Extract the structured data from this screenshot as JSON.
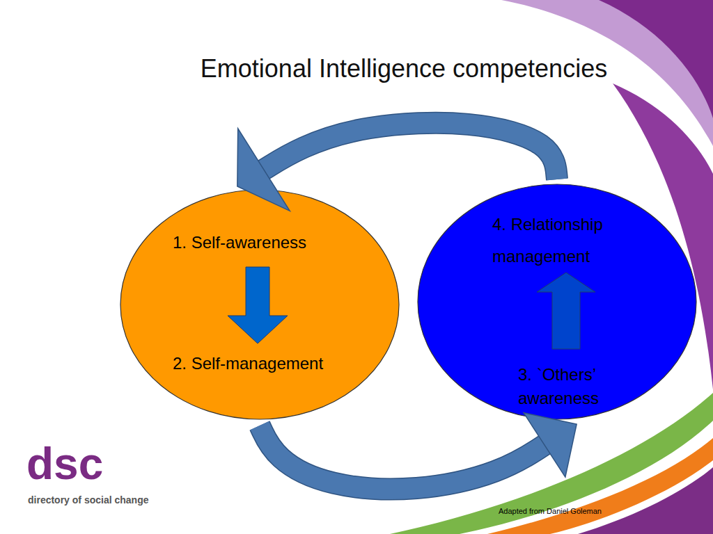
{
  "diagram": {
    "title": "Emotional Intelligence competencies",
    "nodes": [
      {
        "text": []
      },
      {
        "text": [
          "1. Self-awareness"
        ],
        "in": 0
      },
      {
        "text": [
          "2. Self-management"
        ],
        "in": 0
      },
      {
        "text": []
      },
      {
        "text": [
          "4. Relationship management"
        ],
        "in": 3
      },
      {
        "text": [
          "3. `Others’ awareness"
        ],
        "in": 3
      }
    ],
    "edges": [
      {
        "from": 1,
        "to": 2,
        "arrow": "to"
      },
      {
        "from": 5,
        "to": 4,
        "arrow": "to"
      },
      {
        "from": 0,
        "to": 3,
        "arrow": "to"
      },
      {
        "from": 3,
        "to": 0,
        "arrow": "to"
      }
    ],
    "labels": [
      "dsc",
      "directory of social change",
      "Adapted from Daniel Goleman"
    ]
  }
}
